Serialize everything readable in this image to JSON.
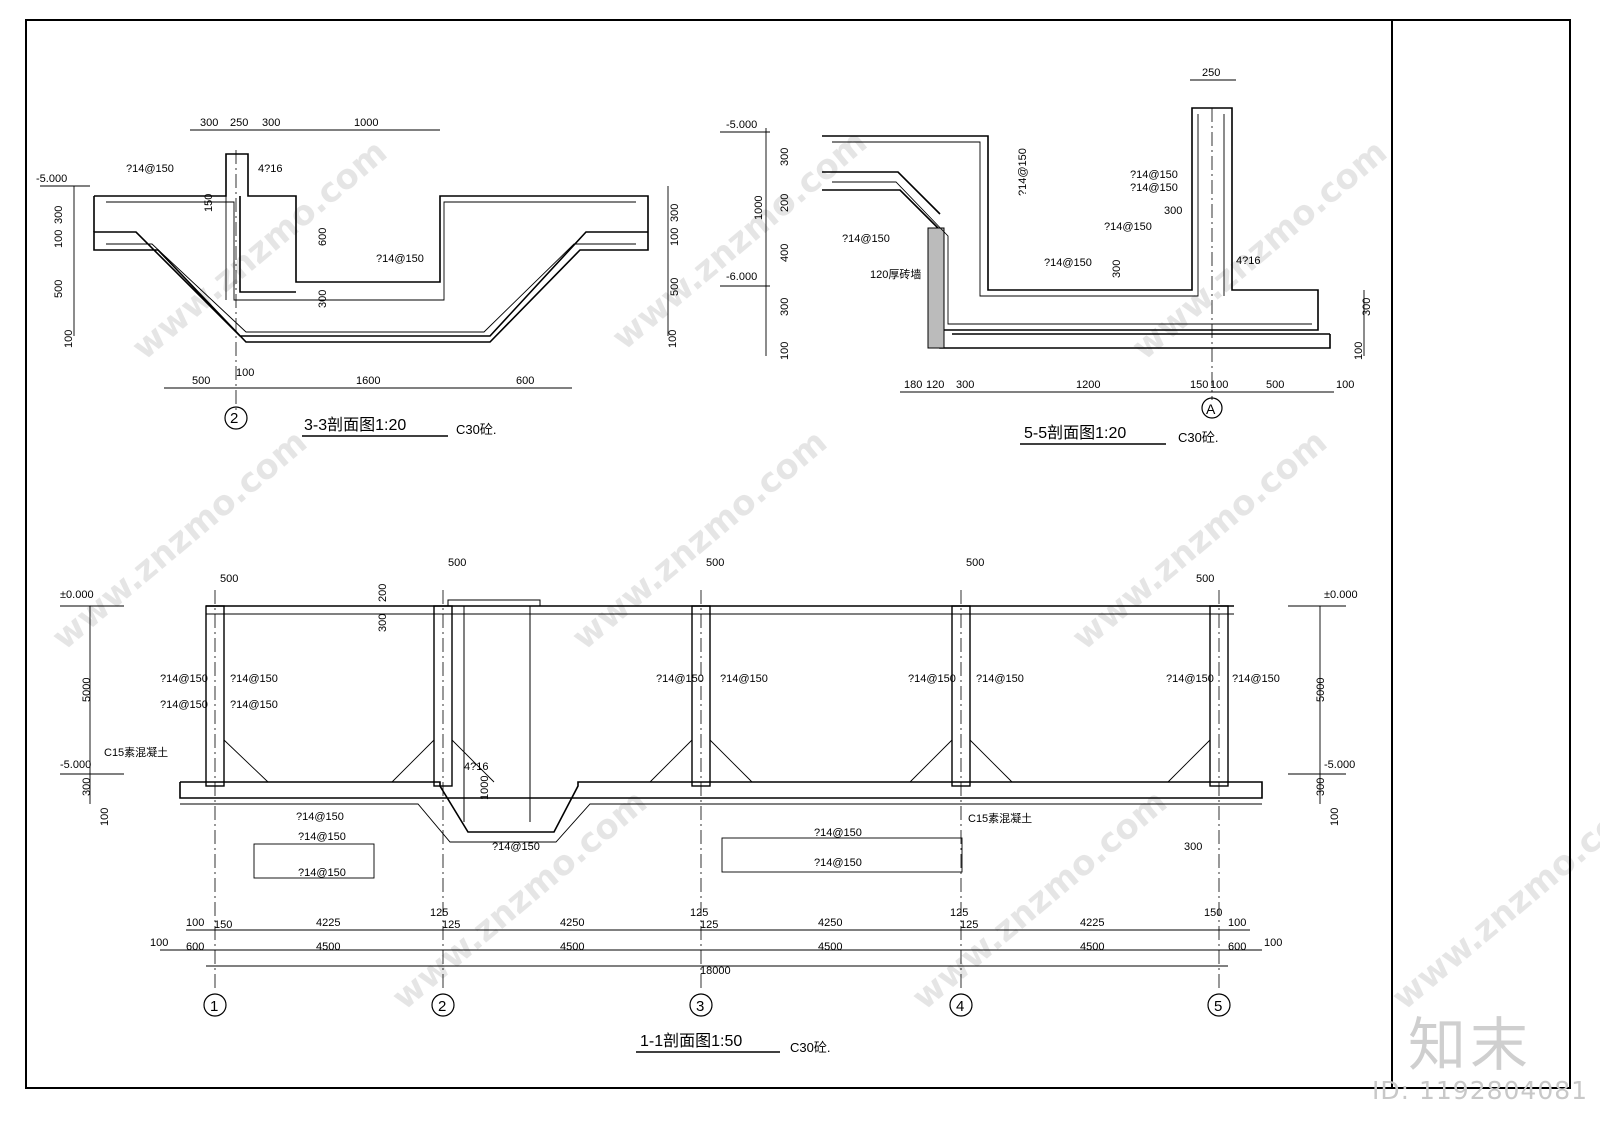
{
  "sections": {
    "s33": {
      "title": "3-3剖面图1:20",
      "note": "C30砼.",
      "elevation": "-5.000",
      "axis": "2",
      "dims_top": [
        "300",
        "250",
        "300",
        "1000"
      ],
      "dims_bottom": [
        "500",
        "100",
        "1600",
        "600"
      ],
      "dims_left": [
        "300",
        "100",
        "500",
        "100"
      ],
      "dims_right": [
        "300",
        "100",
        "500",
        "100"
      ],
      "dim_mid": [
        "600",
        "300",
        "150"
      ],
      "rebar": [
        "?14@150",
        "4?16",
        "?14@150"
      ]
    },
    "s55": {
      "title": "5-5剖面图1:20",
      "note": "C30砼.",
      "elev_top": "-5.000",
      "elev_low": "-6.000",
      "axis": "A",
      "dims_top": [
        "250"
      ],
      "dims_bottom": [
        "180",
        "120",
        "300",
        "1200",
        "150",
        "100",
        "500",
        "100"
      ],
      "dims_left": [
        "300",
        "200",
        "1000",
        "400",
        "300",
        "100"
      ],
      "dims_right": [
        "300",
        "100"
      ],
      "dim_mid": [
        "300",
        "300"
      ],
      "rebar": [
        "?14@150",
        "?14@150",
        "?14@150",
        "?14@150",
        "?14@150",
        "?14@150",
        "4?16"
      ],
      "brick_label": "120厚砖墙"
    },
    "s11": {
      "title": "1-1剖面图1:50",
      "note": "C30砼.",
      "elev_top": "±0.000",
      "elev_bottom": "-5.000",
      "height": "5000",
      "slab": "300",
      "cushion": "100",
      "c15_left": "C15素混凝土",
      "c15_right": "C15素混凝土",
      "axes": [
        "1",
        "2",
        "3",
        "4",
        "5"
      ],
      "top_dims": [
        "500",
        "500",
        "500",
        "500",
        "500"
      ],
      "beam_h": [
        "200",
        "300"
      ],
      "wall_rebar": "?14@150",
      "pit_depth": "1000",
      "diag_dim": "300",
      "corbel": "4?16",
      "base_rebar": "?14@150",
      "legend_rebar": [
        "?14@150",
        "?14@150",
        "?14@150",
        "?14@150"
      ],
      "dim_row1": [
        "100",
        "150",
        "4225",
        "125",
        "125",
        "4250",
        "125",
        "125",
        "4250",
        "125",
        "125",
        "4225",
        "150",
        "100"
      ],
      "dim_row2": [
        "100",
        "600",
        "4500",
        "4500",
        "4500",
        "4500",
        "600",
        "100"
      ],
      "total": "18000"
    }
  },
  "watermark": "www.znzmo.com",
  "logo": "知末",
  "id_label": "ID: 1192804081"
}
